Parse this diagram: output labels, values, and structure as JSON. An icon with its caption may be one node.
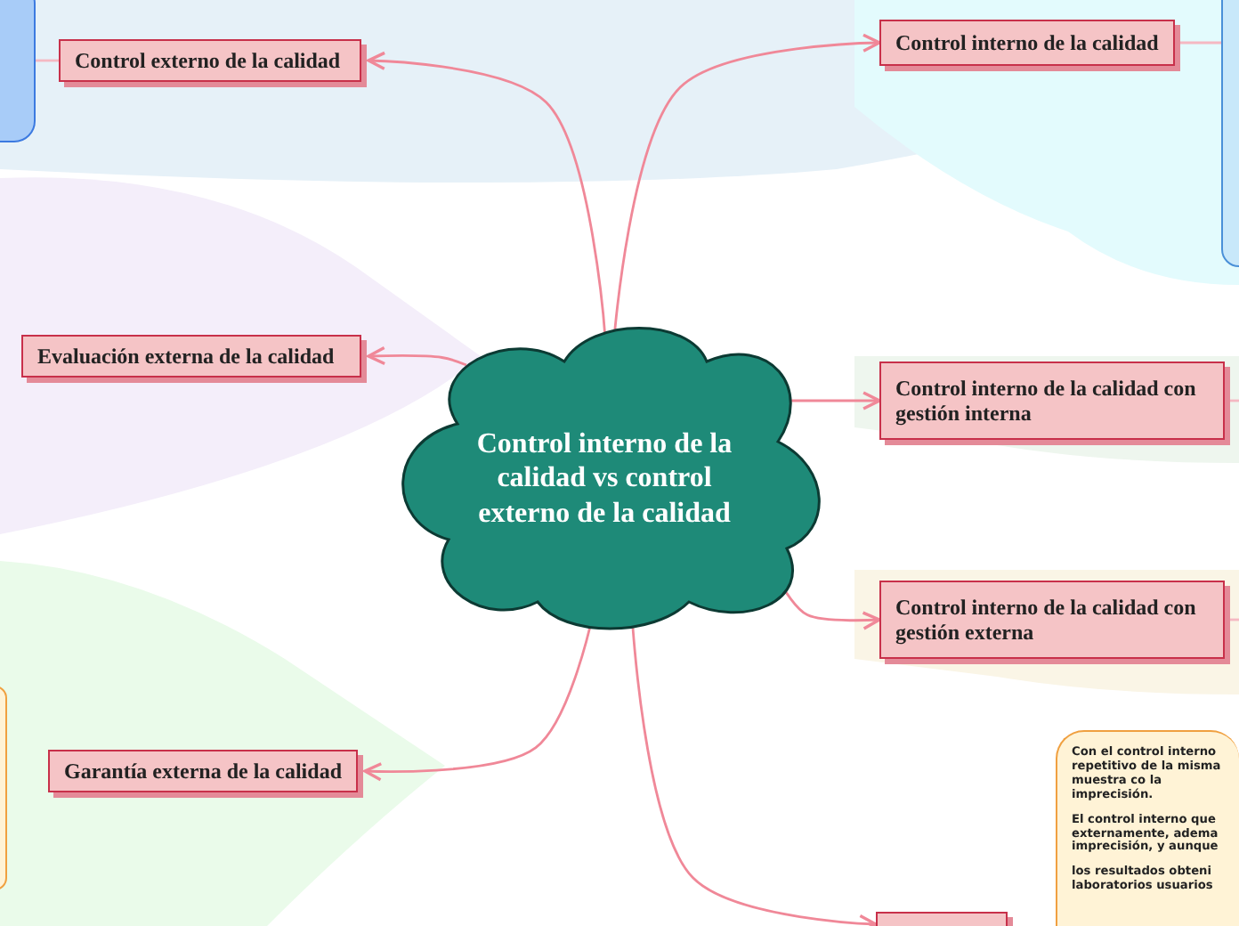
{
  "diagram": {
    "nodes": [
      {
        "text": [
          "Control interno de la calidad vs control externo de la calidad"
        ]
      },
      {
        "text": [
          "Control externo de la calidad"
        ]
      },
      {
        "text": [
          "Evaluación externa de la calidad"
        ]
      },
      {
        "text": [
          "Garantía externa de la calidad"
        ]
      },
      {
        "text": [
          "Control interno de la calidad"
        ]
      },
      {
        "text": [
          "Control interno de la calidad con gestión interna"
        ]
      },
      {
        "text": [
          "Control interno de la calidad con gestión externa"
        ]
      },
      {
        "text": [
          "Con el control interno repetitivo de la misma muestra co la imprecisión.",
          "El control interno que externamente, adema imprecisión, y aunque",
          "los resultados obteni laboratorios usuarios"
        ]
      },
      {
        "text": [],
        "shape": "box"
      },
      {
        "text": [],
        "shape": "box"
      },
      {
        "text": [],
        "shape": "box"
      },
      {
        "text": [],
        "shape": "box"
      }
    ],
    "edges": [
      {
        "from": 0,
        "to": 1,
        "arrow": "to"
      },
      {
        "from": 0,
        "to": 2,
        "arrow": "to"
      },
      {
        "from": 0,
        "to": 3,
        "arrow": "to"
      },
      {
        "from": 0,
        "to": 4,
        "arrow": "to"
      },
      {
        "from": 0,
        "to": 5,
        "arrow": "to"
      },
      {
        "from": 0,
        "to": 6,
        "arrow": "to"
      },
      {
        "from": 0,
        "to": 11,
        "arrow": "to"
      },
      {
        "from": 1,
        "to": 8,
        "arrow": "none"
      },
      {
        "from": 4,
        "to": 9,
        "arrow": "none"
      },
      {
        "from": 5,
        "to": null,
        "arrow": "none"
      },
      {
        "from": 6,
        "to": null,
        "arrow": "none"
      }
    ]
  }
}
